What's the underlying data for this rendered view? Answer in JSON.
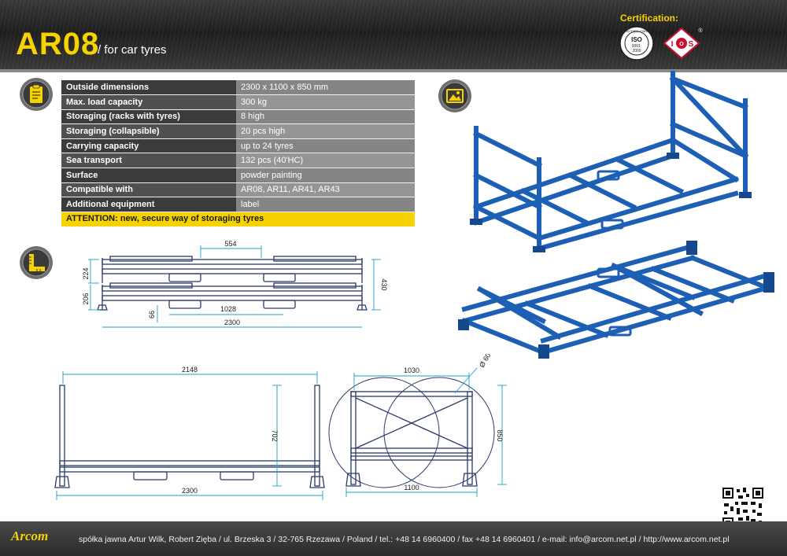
{
  "header": {
    "model": "AR08",
    "subtitle": "/ for car tyres",
    "certification_label": "Certification:",
    "iso_badge": {
      "top_text": "REGISTERED COMPANY",
      "line1": "ISO",
      "line2": "9001:",
      "line3": "2000"
    },
    "ios_badge": {
      "left": "I",
      "middle": "O",
      "right": "S",
      "mark": "®"
    }
  },
  "specs": [
    {
      "label": "Outside dimensions",
      "value": "2300 x 1100 x 850 mm"
    },
    {
      "label": "Max. load capacity",
      "value": "300 kg"
    },
    {
      "label": "Storaging (racks with tyres)",
      "value": "8 high"
    },
    {
      "label": "Storaging (collapsible)",
      "value": "20 pcs high"
    },
    {
      "label": "Carrying capacity",
      "value": "up to 24 tyres"
    },
    {
      "label": "Sea transport",
      "value": "132 pcs (40'HC)"
    },
    {
      "label": "Surface",
      "value": "powder painting"
    },
    {
      "label": "Compatible with",
      "value": "AR08, AR11, AR41, AR43"
    },
    {
      "label": "Additional equipment",
      "value": "label"
    }
  ],
  "attention": "ATTENTION: new, secure way of storaging tyres",
  "icons": {
    "specs": "clipboard-icon",
    "gallery": "picture-icon",
    "drawings": "ruler-square-icon"
  },
  "drawing_collapsed": {
    "dim_top": "554",
    "dim_h1": "224",
    "dim_h2": "206",
    "dim_total_h": "430",
    "dim_small": "66",
    "dim_inner": "1028",
    "dim_total_w": "2300"
  },
  "drawing_side": {
    "dim_top": "2148",
    "dim_h": "702",
    "dim_bottom": "2300"
  },
  "drawing_front": {
    "dim_top": "1030",
    "dim_tyre": "Ø 600",
    "dim_h": "850",
    "dim_bottom": "1100"
  },
  "footer": {
    "logo": "Arcom",
    "text": "spółka jawna Artur Wilk, Robert Zięba / ul. Brzeska 3 / 32-765 Rzezawa / Poland / tel.: +48 14 6960400 / fax +48 14 6960401 / e-mail: info@arcom.net.pl / http://www.arcom.net.pl"
  },
  "colors": {
    "accent": "#f5d200",
    "frame_blue": "#1d5fb4",
    "drawing_line": "#2a3a6a",
    "dimension": "#1aa3c8"
  }
}
